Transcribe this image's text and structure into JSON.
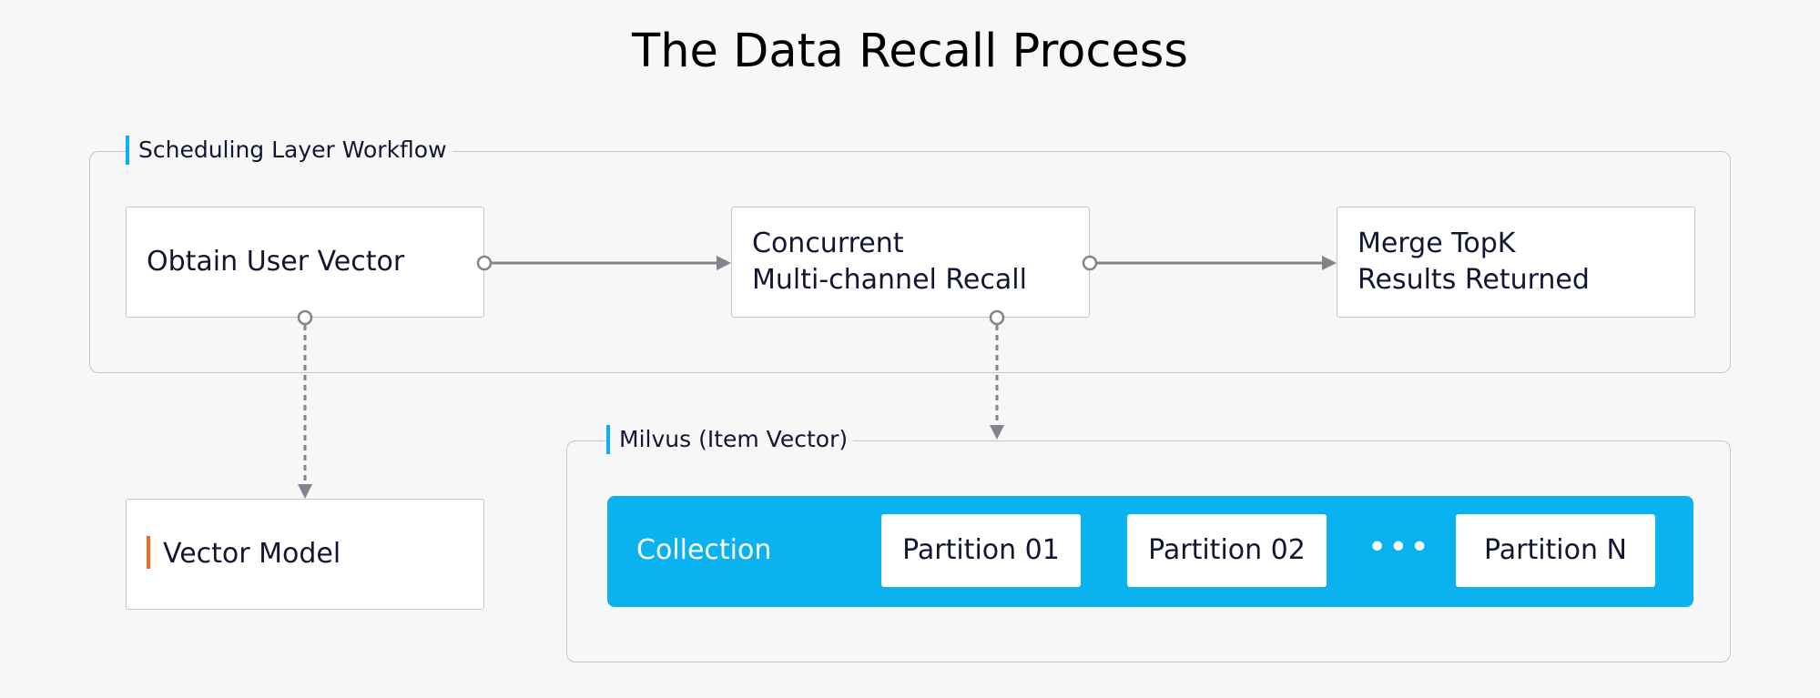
{
  "title": "The Data Recall Process",
  "scheduling_group": {
    "label": "Scheduling Layer Workflow",
    "nodes": [
      {
        "text": "Obtain User Vector"
      },
      {
        "text": "Concurrent\nMulti-channel Recall"
      },
      {
        "text": "Merge TopK\nResults Returned"
      }
    ]
  },
  "vector_model": {
    "label": "Vector Model"
  },
  "milvus_group": {
    "label": "Milvus (Item Vector)",
    "collection_label": "Collection",
    "partitions": [
      "Partition 01",
      "Partition 02",
      "Partition N"
    ],
    "ellipsis": "•••"
  },
  "colors": {
    "accent_blue": "#0ab3ef",
    "accent_orange": "#ef6c1f",
    "connector": "#83838d",
    "border": "#c4c6cc"
  }
}
